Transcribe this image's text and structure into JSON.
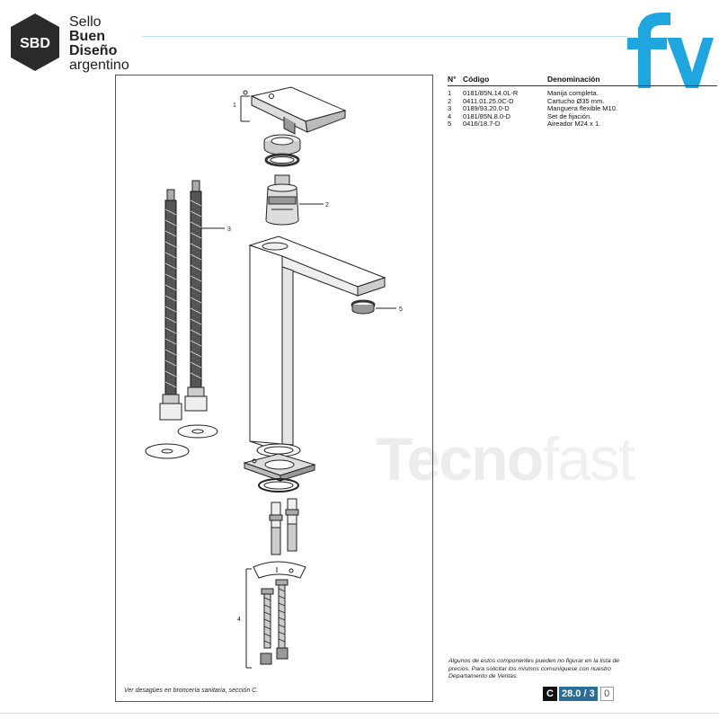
{
  "sbd": {
    "badge": "SBD",
    "line1": "Sello",
    "line2": "Buen",
    "line3": "Diseño",
    "line4": "argentino"
  },
  "brand": {
    "logo_text": "fv",
    "color": "#1fa6df"
  },
  "watermark": {
    "bold": "Tecno",
    "light": "fast"
  },
  "table": {
    "headers": [
      "N°",
      "Código",
      "Denominación"
    ],
    "rows": [
      {
        "n": "1",
        "code": "0181/85N.14.0L-R",
        "name": "Manija completa."
      },
      {
        "n": "2",
        "code": "0411.01.25.0C-D",
        "name": "Cartucho Ø35 mm."
      },
      {
        "n": "3",
        "code": "0189/93.20.0-D",
        "name": "Manguera flexible M10."
      },
      {
        "n": "4",
        "code": "0181/85N.8.0-D",
        "name": "Set de fijación."
      },
      {
        "n": "5",
        "code": "0416/18.7-D",
        "name": "Aireador M24 x 1."
      }
    ]
  },
  "callouts": {
    "c1": "1",
    "c2": "2",
    "c3": "3",
    "c4": "4",
    "c5": "5"
  },
  "footnote": "Ver desagües en broncería sanitaria, sección C.",
  "note": "Algunos de estos componentes pueden no figurar en la lista de precios. Para solicitar los mismos comuníquese con nuestro Departamento de Ventas.",
  "page_code": {
    "letter": "C",
    "number": "28.0 / 3",
    "sub": "0"
  },
  "colors": {
    "accent": "#2a6d97",
    "rule": "#bfe0f2"
  }
}
